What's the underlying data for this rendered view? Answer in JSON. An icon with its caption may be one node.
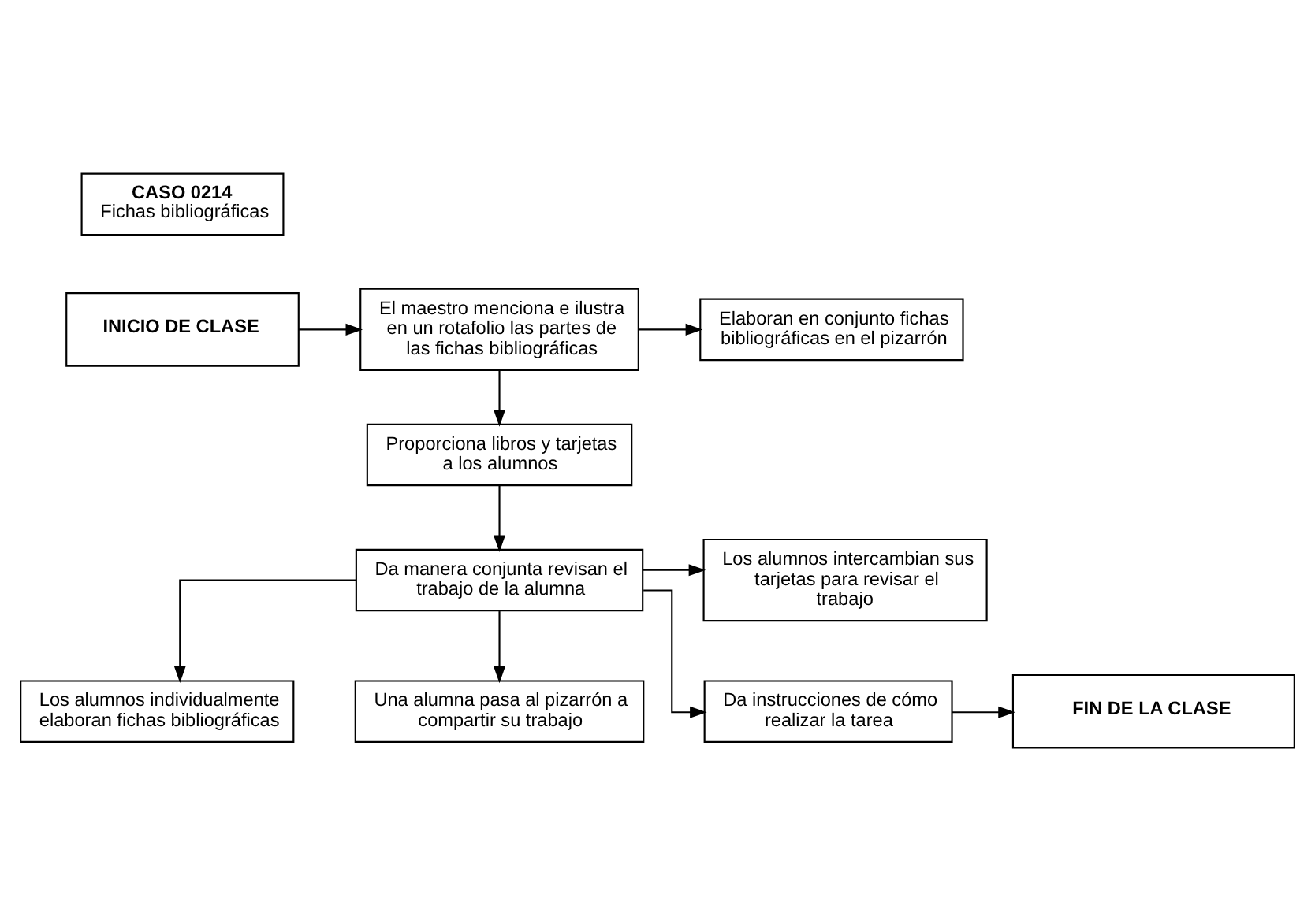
{
  "diagram": {
    "nodes": [
      {
        "text": [
          "CASO 0214",
          "Fichas bibliográficas"
        ]
      },
      {
        "text": [
          "INICIO DE CLASE"
        ]
      },
      {
        "text": [
          "El maestro menciona e ilustra en un rotafolio las partes de las fichas bibliográficas"
        ]
      },
      {
        "text": [
          "Elaboran en conjunto fichas bibliográficas en el pizarrón"
        ]
      },
      {
        "text": [
          "Proporciona libros y tarjetas a los alumnos"
        ]
      },
      {
        "text": [
          "Da manera conjunta revisan el trabajo de la alumna"
        ]
      },
      {
        "text": [
          "Los alumnos individualmente elaboran fichas bibliográficas"
        ]
      },
      {
        "text": [
          "Los alumnos intercambian sus tarjetas para revisar el trabajo"
        ]
      },
      {
        "text": [
          "Una alumna pasa al pizarrón a compartir su trabajo"
        ]
      },
      {
        "text": [
          "Da instrucciones de cómo realizar la tarea"
        ]
      },
      {
        "text": [
          "FIN DE LA CLASE"
        ]
      }
    ],
    "edges": [
      {
        "from": 1,
        "to": 2,
        "arrow": "to"
      },
      {
        "from": 2,
        "to": 3,
        "arrow": "to"
      },
      {
        "from": 2,
        "to": 4,
        "arrow": "to"
      },
      {
        "from": 4,
        "to": 5,
        "arrow": "to"
      },
      {
        "from": 5,
        "to": 6,
        "arrow": "to"
      },
      {
        "from": 5,
        "to": 7,
        "arrow": "to"
      },
      {
        "from": 5,
        "to": 8,
        "arrow": "to"
      },
      {
        "from": 5,
        "to": 9,
        "arrow": "to"
      },
      {
        "from": 9,
        "to": 10,
        "arrow": "to"
      }
    ]
  }
}
